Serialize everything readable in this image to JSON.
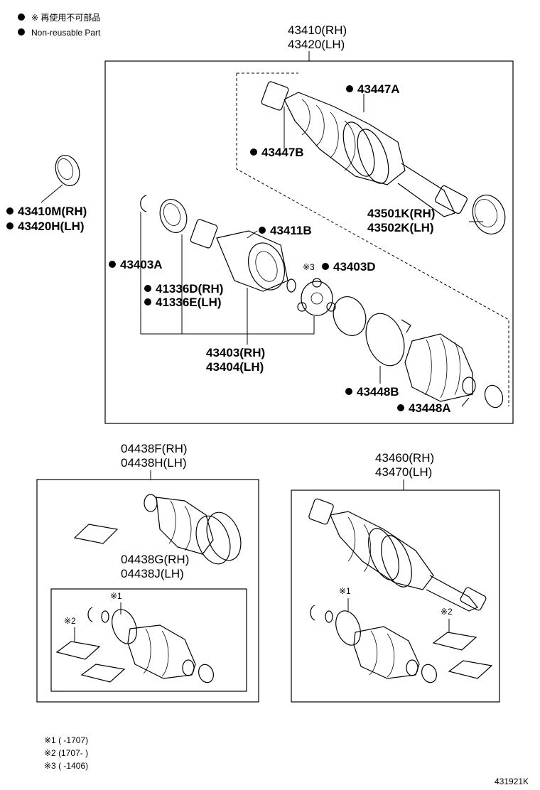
{
  "legend": {
    "line1": "※ 再使用不可部品",
    "line2": "Non-reusable Part"
  },
  "main_assembly": {
    "title_rh": "43410(RH)",
    "title_lh": "43420(LH)"
  },
  "labels": {
    "p43447A": "43447A",
    "p43447B": "43447B",
    "p43410M": "43410M(RH)",
    "p43420H": "43420H(LH)",
    "p43501K": "43501K(RH)",
    "p43502K": "43502K(LH)",
    "p43411B": "43411B",
    "p43403A": "43403A",
    "p43403D": "43403D",
    "note3_mark": "※3",
    "p41336D": "41336D(RH)",
    "p41336E": "41336E(LH)",
    "p43403": "43403(RH)",
    "p43404": "43404(LH)",
    "p43448B": "43448B",
    "p43448A": "43448A"
  },
  "kit_left": {
    "title_rh": "04438F(RH)",
    "title_lh": "04438H(LH)",
    "sub_rh": "04438G(RH)",
    "sub_lh": "04438J(LH)",
    "mark1": "※1",
    "mark2": "※2"
  },
  "kit_right": {
    "title_rh": "43460(RH)",
    "title_lh": "43470(LH)",
    "mark1": "※1",
    "mark2": "※2"
  },
  "footnotes": {
    "n1": "※1 (      -1707)",
    "n2": "※2 (1707-      )",
    "n3": "※3 (      -1406)"
  },
  "diagram_id": "431921K"
}
